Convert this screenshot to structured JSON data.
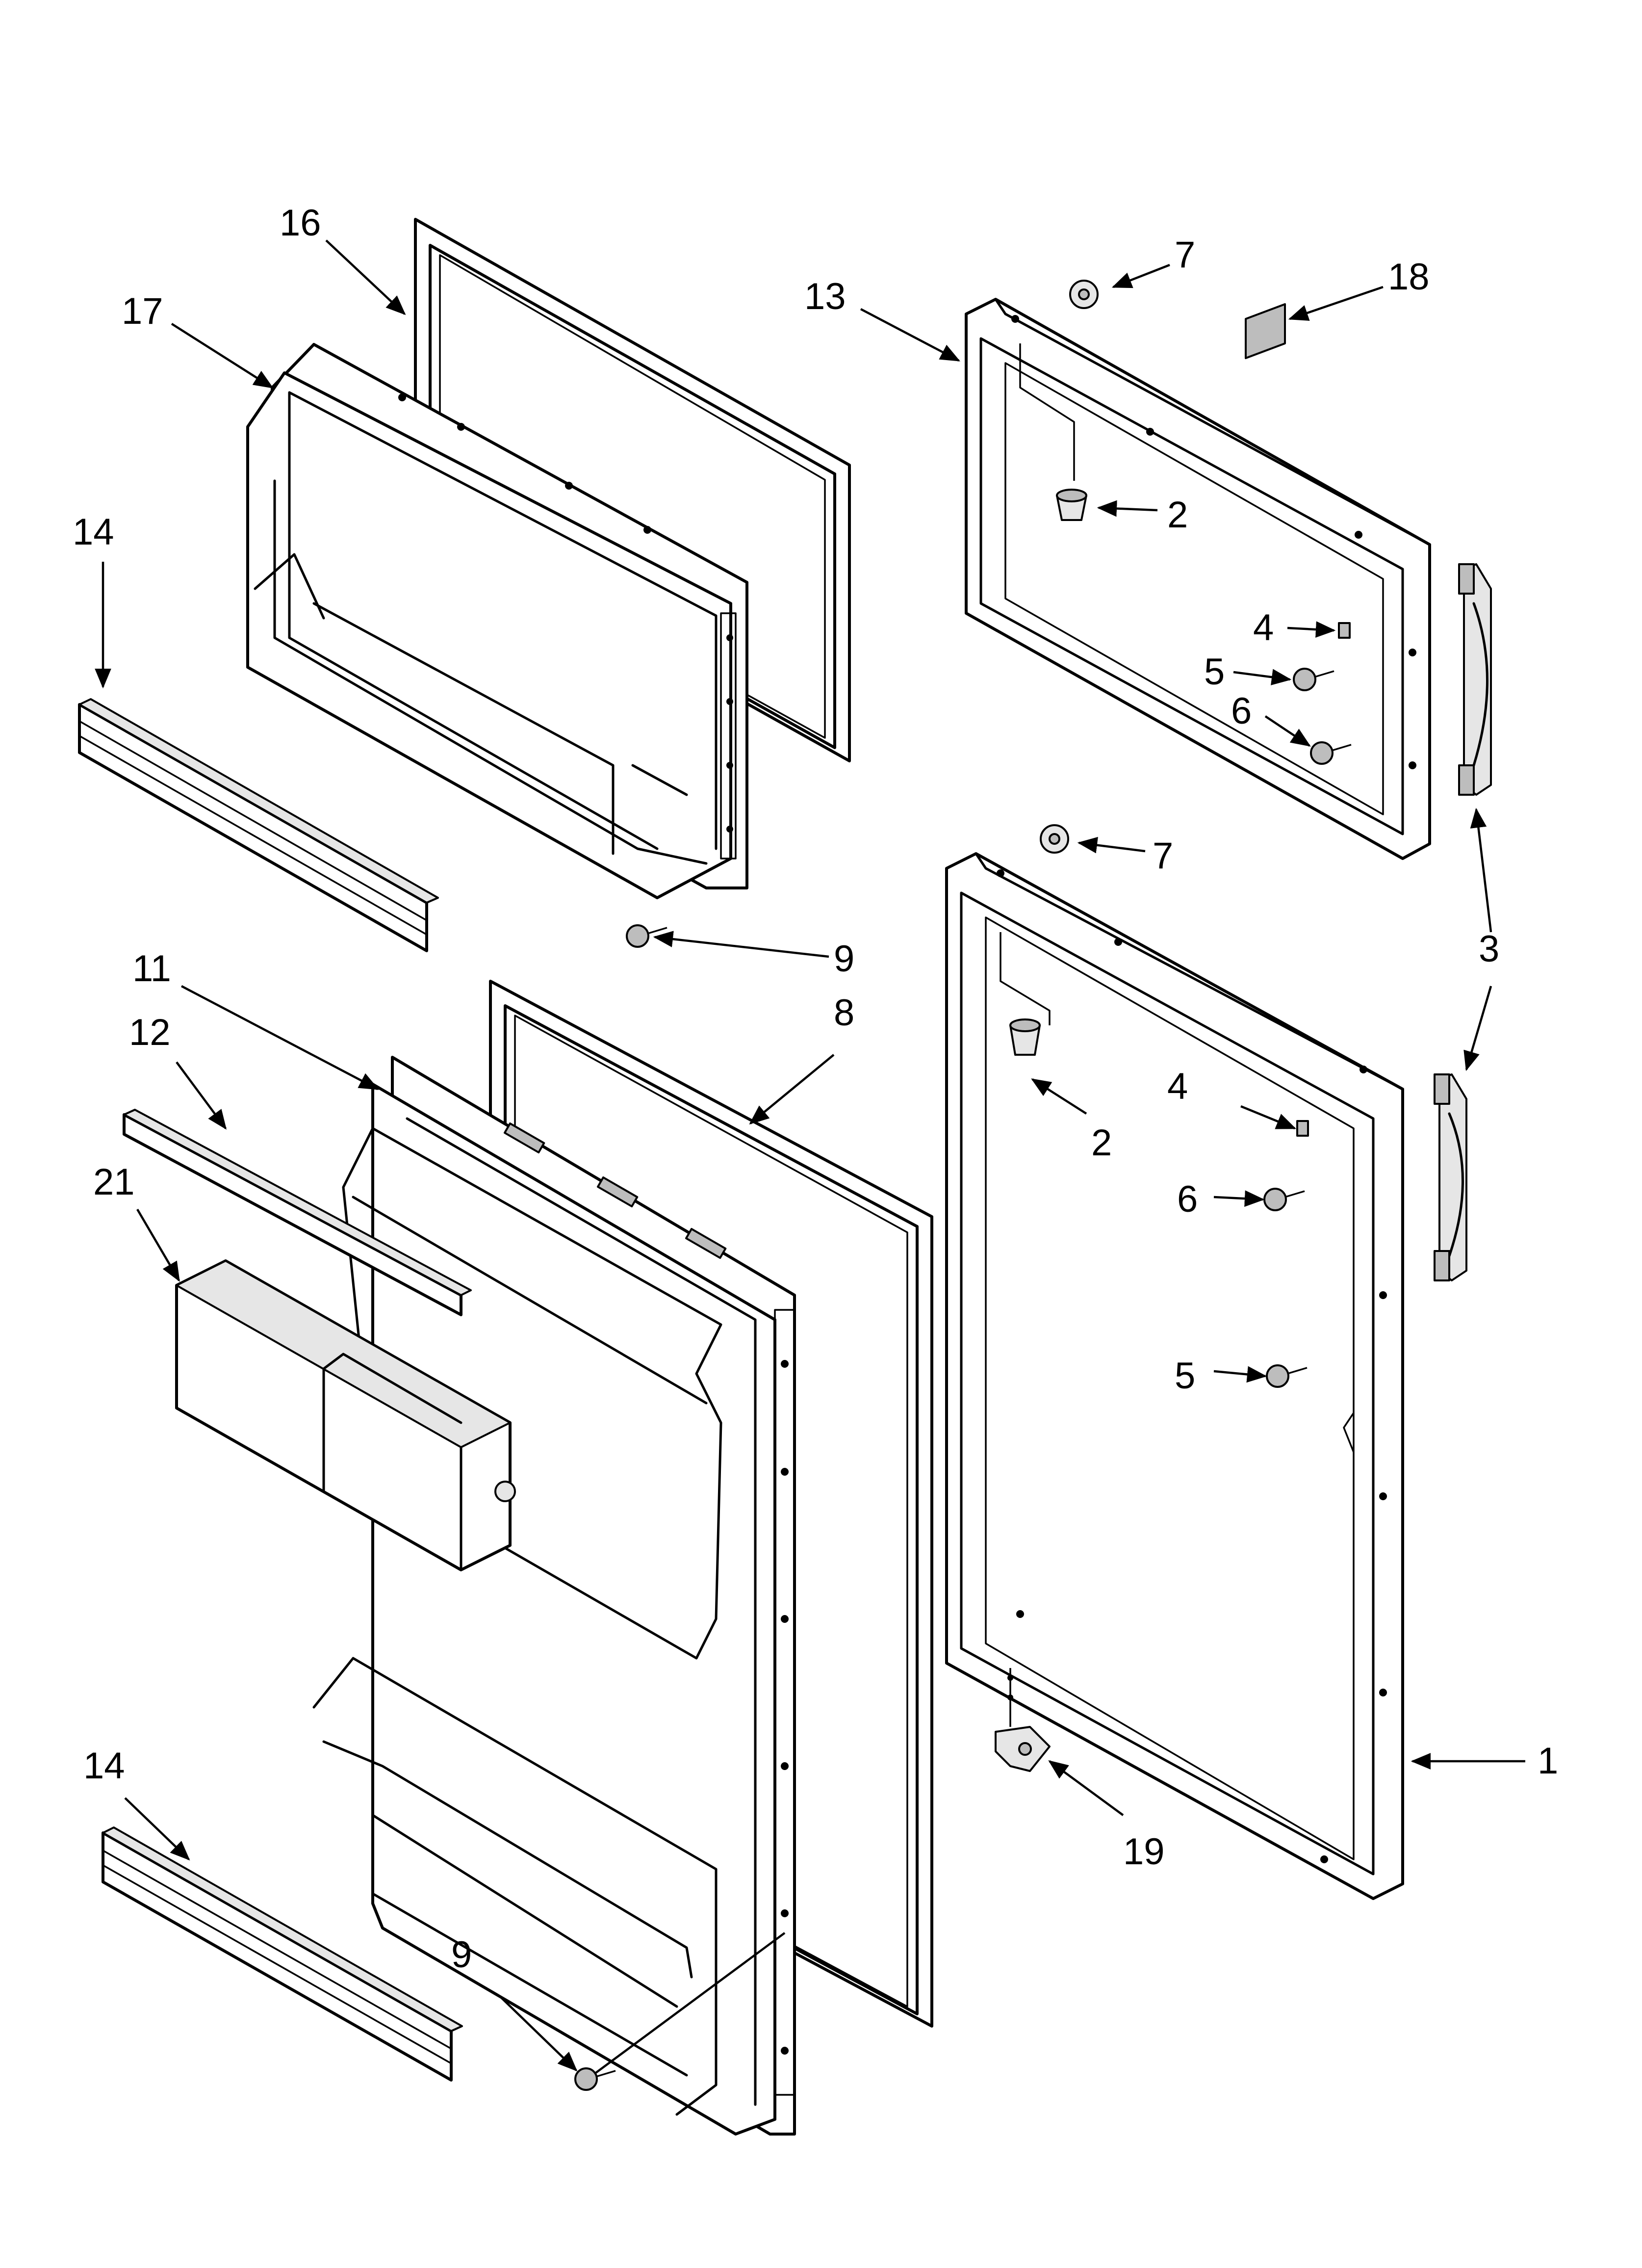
{
  "callouts": {
    "c1": "1",
    "c2a": "2",
    "c2b": "2",
    "c3": "3",
    "c4a": "4",
    "c4b": "4",
    "c5a": "5",
    "c5b": "5",
    "c6a": "6",
    "c6b": "6",
    "c7a": "7",
    "c7b": "7",
    "c8": "8",
    "c9a": "9",
    "c9b": "9",
    "c11": "11",
    "c12": "12",
    "c13": "13",
    "c14a": "14",
    "c14b": "14",
    "c16": "16",
    "c17": "17",
    "c18": "18",
    "c19": "19",
    "c21": "21"
  }
}
